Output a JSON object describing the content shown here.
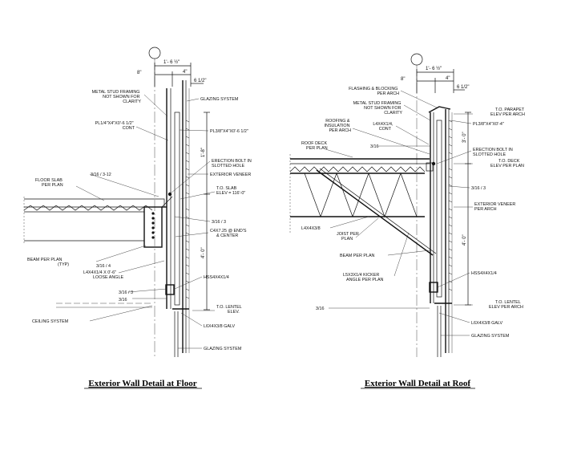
{
  "left_detail": {
    "title": "Exterior Wall Detail at Floor",
    "dims": {
      "overall": "1'- 6 ½\"",
      "eight": "8\"",
      "four": "4\"",
      "six_half": "6 1/2\"",
      "vert_a": "1'-8\"",
      "vert_b": "4'- 0\""
    },
    "labels": {
      "metal_stud": [
        "METAL STUD FRAMING",
        "NOT SHOWN FOR",
        "CLARITY"
      ],
      "glazing_top": "GLAZING SYSTEM",
      "pl_left": [
        "PL1/4\"x4\"x0'-6 1/2\"",
        "CONT"
      ],
      "pl_right": "PL3/8\"x4\"x0'-6 1/2\"",
      "erection_bolt": [
        "ERECTION BOLT IN",
        "SLOTTED HOLE"
      ],
      "ext_veneer": "EXTERIOR VENEER",
      "weld_316_312": "3/16 / 3-12",
      "floor_slab": [
        "FLOOR SLAB",
        "PER PLAN"
      ],
      "to_slab": [
        "T.O. SLAB",
        "ELEV = 116'-0\""
      ],
      "weld_316_3": "3/16 / 3",
      "c4": [
        "C4x7.25 @ END'S",
        "& CENTER"
      ],
      "beam": [
        "BEAM PER PLAN",
        "(TYP)"
      ],
      "weld_316_4": "3/16 / 4",
      "loose_angle": [
        "L4x4x1/4 x 0'-6\"",
        "LOOSE ANGLE"
      ],
      "weld_316_3b": "3/16 / 3",
      "weld_316_c": "3/16",
      "hss": "HSS4x4x1/4",
      "to_lentel": [
        "T.O. LENTEL",
        "ELEV."
      ],
      "ceiling": "CEILING SYSTEM",
      "l6": "L6x4x3/8 GALV",
      "glazing_bot": "GLAZING SYSTEM"
    }
  },
  "right_detail": {
    "title": "Exterior Wall Detail at Roof",
    "dims": {
      "overall": "1'- 6 ½\"",
      "eight": "8\"",
      "four": "4\"",
      "six_half": "6 1/2\"",
      "vert_a": "3'- 0\"",
      "vert_b": "4'- 0\""
    },
    "labels": {
      "flashing": [
        "FLASHING & BLOCKING",
        "PER ARCH"
      ],
      "metal_stud": [
        "METAL STUD FRAMING",
        "NOT SHOWN FOR",
        "CLARITY"
      ],
      "to_parapet": [
        "T.O. PARAPET",
        "ELEV PER ARCH"
      ],
      "pl_right": "PL3/8\"x4\"x0'-4\"",
      "roofing": [
        "ROOFING &",
        "INSULATION",
        "PER ARCH"
      ],
      "l4": [
        "L4x4x1/4,",
        "CONT"
      ],
      "roof_deck": [
        "ROOF DECK",
        "PER PLAN"
      ],
      "weld_316": "3/16",
      "erection_bolt": [
        "ERECTION BOLT IN",
        "SLOTTED HOLE"
      ],
      "to_deck": [
        "T.O. DECK",
        "ELEV PER PLAN"
      ],
      "weld_316_3": "3/16 / 3",
      "ext_veneer": [
        "EXTERIOR VENEER",
        "PER ARCH"
      ],
      "l4b": "L4x4x3/8",
      "joist": [
        "JOIST PER",
        "PLAN"
      ],
      "beam": "BEAM PER PLAN",
      "hss": "HSS4x4x1/4",
      "kicker": [
        "L5x3x1/4 KICKER",
        "ANGLE PER PLAN"
      ],
      "to_lentel": [
        "T.O. LENTEL",
        "ELEV PER ARCH"
      ],
      "weld_316_b": "3/16",
      "l6": "L6x4x3/8 GALV",
      "glazing": "GLAZING SYSTEM"
    }
  }
}
